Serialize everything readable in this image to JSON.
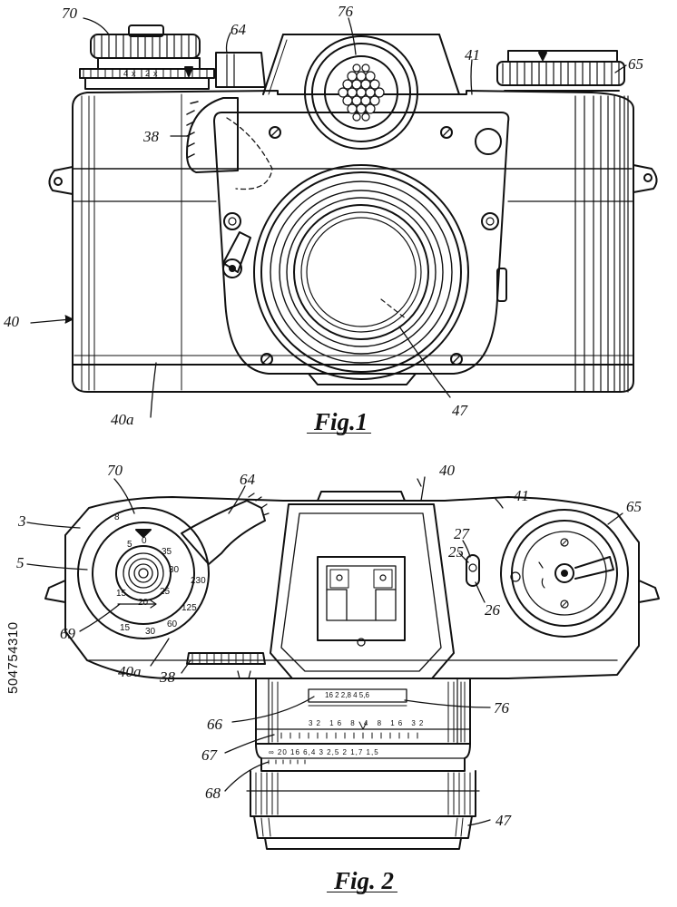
{
  "figures": {
    "fig1": "Fig.1",
    "fig2": "Fig. 2"
  },
  "refs_fig1": {
    "r70": "70",
    "r76": "76",
    "r64": "64",
    "r41": "41",
    "r65": "65",
    "r38": "38",
    "r40": "40",
    "r40a": "40a",
    "r47": "47"
  },
  "refs_fig2": {
    "r70": "70",
    "r64": "64",
    "r40": "40",
    "r41": "41",
    "r65": "65",
    "r3": "3",
    "r5": "5",
    "r69": "69",
    "r27": "27",
    "r25": "25",
    "r26": "26",
    "r40a": "40a",
    "r38": "38",
    "r66": "66",
    "r76": "76",
    "r67": "67",
    "r68": "68",
    "r47": "47"
  },
  "fig1_dial": {
    "marks": "4x 2x"
  },
  "fig2_dial": {
    "n8": "8",
    "n5": "5",
    "n0": "0",
    "n35": "35",
    "n30": "30",
    "n25": "25",
    "n20": "20",
    "n15": "15",
    "n230": "230",
    "n125": "125",
    "n60": "60",
    "n30b": "30",
    "n15b": "15"
  },
  "lens_scales": {
    "row66": "16 2 2,8 4 5,6",
    "row67": "32 16 8 4 8 16 32",
    "row68": "∞ 20 16 6,4 3 2,5 2 1,7 1,5"
  },
  "watermark_code": "504754310"
}
